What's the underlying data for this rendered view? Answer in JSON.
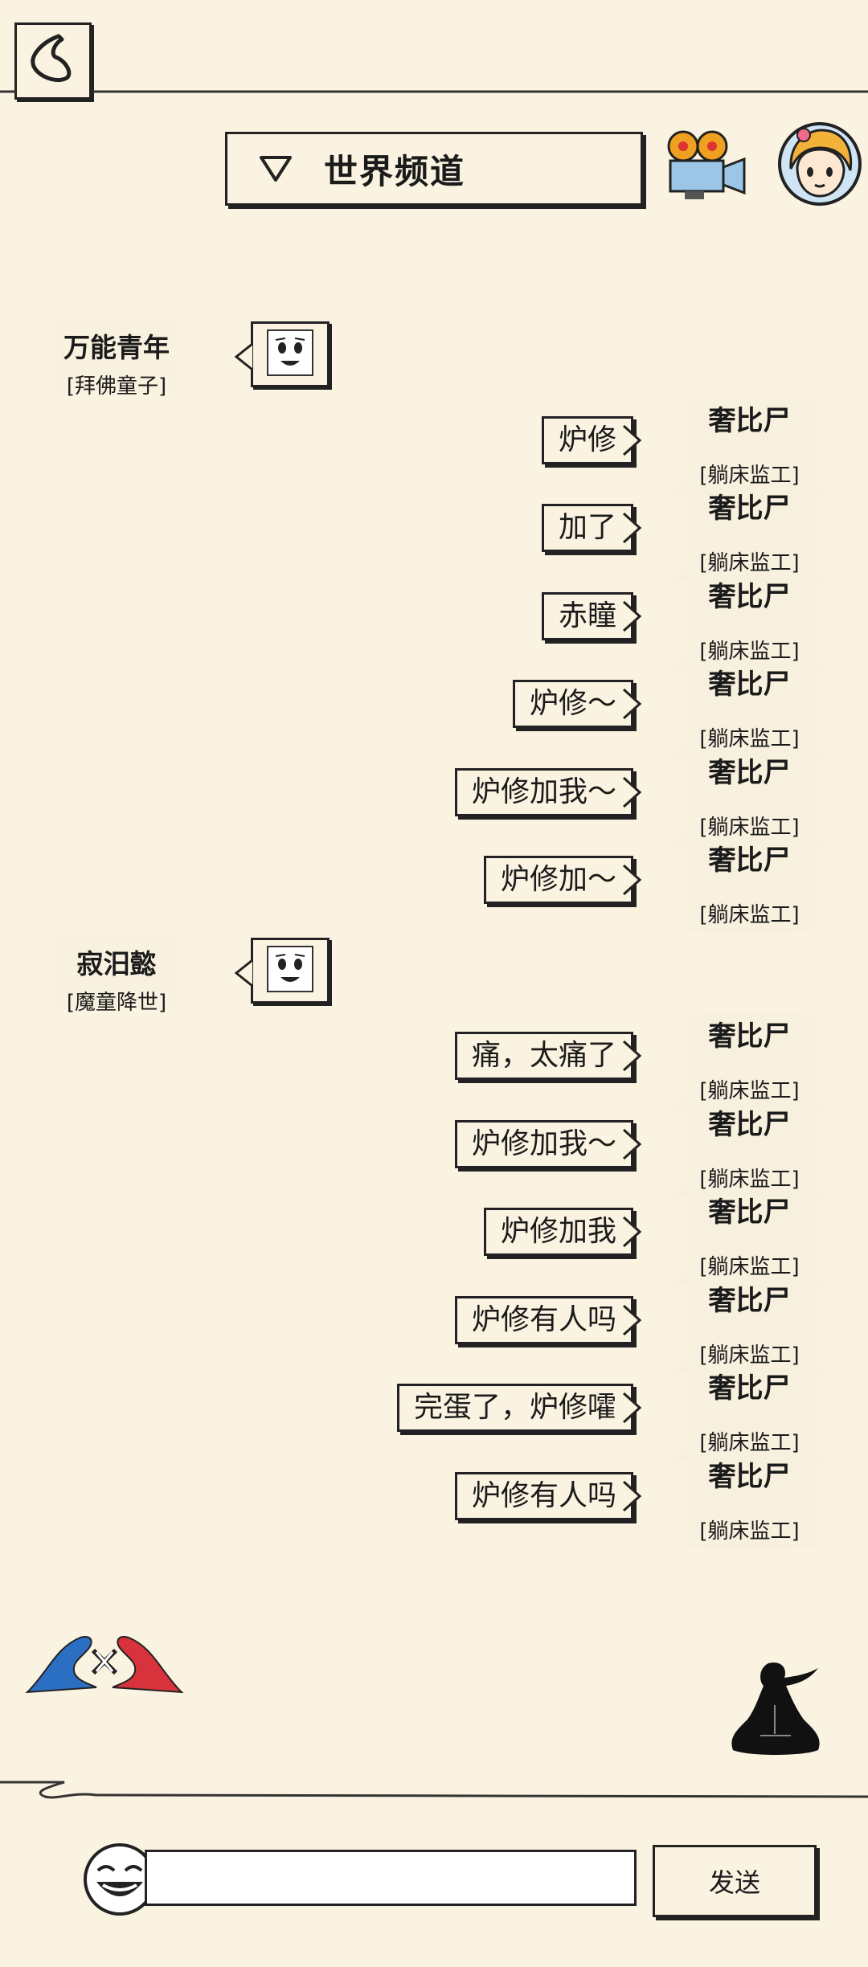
{
  "header": {
    "channel_title": "世界频道",
    "icons": {
      "back": "back-chevron-icon",
      "dropdown": "dropdown-triangle-icon",
      "camera": "movie-camera-icon",
      "avatar": "user-avatar-icon"
    }
  },
  "messages": [
    {
      "side": "other",
      "name": "万能青年",
      "title": "[拜佛童子]",
      "content": "sticker",
      "sticker": "smiling-face-sticker-icon"
    },
    {
      "side": "self",
      "name": "奢比尸",
      "title": "[躺床监工]",
      "text": "炉修"
    },
    {
      "side": "self",
      "name": "奢比尸",
      "title": "[躺床监工]",
      "text": "加了"
    },
    {
      "side": "self",
      "name": "奢比尸",
      "title": "[躺床监工]",
      "text": "赤瞳"
    },
    {
      "side": "self",
      "name": "奢比尸",
      "title": "[躺床监工]",
      "text": "炉修～"
    },
    {
      "side": "self",
      "name": "奢比尸",
      "title": "[躺床监工]",
      "text": "炉修加我～"
    },
    {
      "side": "self",
      "name": "奢比尸",
      "title": "[躺床监工]",
      "text": "炉修加～"
    },
    {
      "side": "other",
      "name": "寂汨懿",
      "title": "[魔童降世]",
      "content": "sticker",
      "sticker": "smiling-face-sticker-icon"
    },
    {
      "side": "self",
      "name": "奢比尸",
      "title": "[躺床监工]",
      "text": "痛，太痛了"
    },
    {
      "side": "self",
      "name": "奢比尸",
      "title": "[躺床监工]",
      "text": "炉修加我～"
    },
    {
      "side": "self",
      "name": "奢比尸",
      "title": "[躺床监工]",
      "text": "炉修加我"
    },
    {
      "side": "self",
      "name": "奢比尸",
      "title": "[躺床监工]",
      "text": "炉修有人吗"
    },
    {
      "side": "self",
      "name": "奢比尸",
      "title": "[躺床监工]",
      "text": "完蛋了，炉修嚯"
    },
    {
      "side": "self",
      "name": "奢比尸",
      "title": "[躺床监工]",
      "text": "炉修有人吗"
    }
  ],
  "footer": {
    "input_value": "",
    "input_placeholder": "",
    "send_label": "发送",
    "icons": {
      "emoji": "laughing-face-emoji-icon",
      "vs": "vs-battle-logo-icon",
      "meditate": "meditating-figure-icon"
    }
  }
}
